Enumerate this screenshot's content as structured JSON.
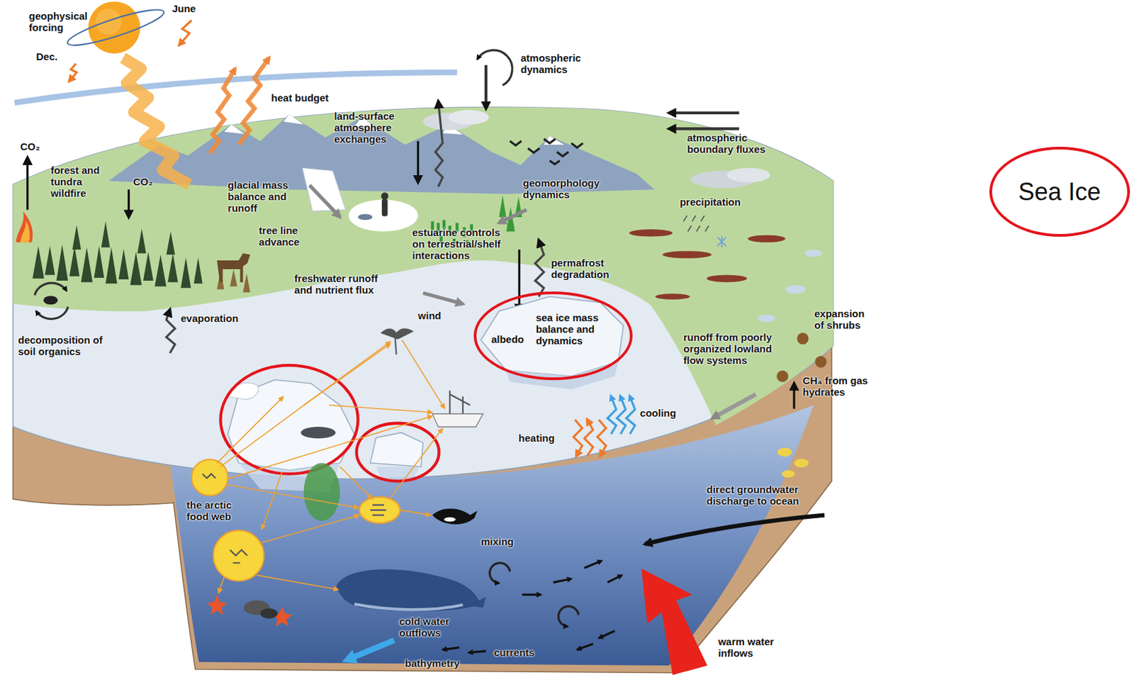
{
  "diagram": {
    "nodes": [
      {
        "text": [
          "albedo",
          "sea ice mass balance and dynamics"
        ]
      },
      {
        "text": [
          "Sea Ice"
        ]
      }
    ],
    "labels": [
      "geophysical forcing",
      "June",
      "Dec.",
      "heat budget",
      "CO₂",
      "forest and tundra wildfire",
      "CO₂",
      "glacial mass balance and runoff",
      "tree line advance",
      "land-surface atmosphere exchanges",
      "atmospheric dynamics",
      "atmospheric boundary fluxes",
      "geomorphology dynamics",
      "precipitation",
      "estuarine controls on terrestrial/shelf interactions",
      "permafrost degradation",
      "freshwater runoff and nutrient flux",
      "wind",
      "evaporation",
      "expansion of shrubs",
      "decomposition of soil organics",
      "runoff from poorly organized lowland flow systems",
      "CH₄ from gas hydrates",
      "cooling",
      "heating",
      "the arctic food web",
      "direct groundwater discharge to ocean",
      "mixing",
      "cold water outflows",
      "warm water inflows",
      "currents",
      "bathymetry"
    ]
  }
}
